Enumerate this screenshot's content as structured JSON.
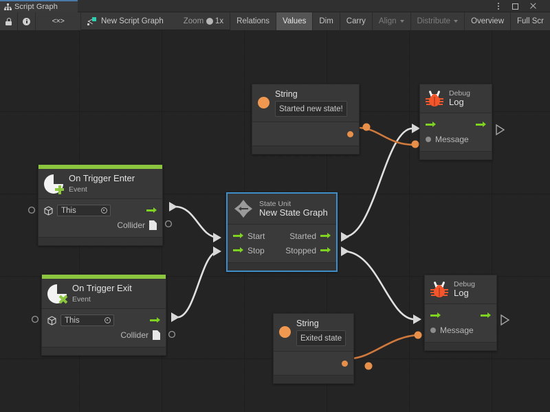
{
  "window": {
    "tab_label": "Script Graph",
    "tab_icon": "graph-hierarchy-icon",
    "menu_icon": "kebab-menu-icon",
    "maximize_icon": "maximize-icon",
    "close_icon": "close-icon"
  },
  "toolbar": {
    "lock_icon": "lock-icon",
    "info_icon": "info-icon",
    "code_icon": "code-brackets-icon",
    "breadcrumb": "New Script Graph",
    "breadcrumb_icon": "script-graph-icon",
    "zoom_label": "Zoom",
    "zoom_value": "1x",
    "buttons": [
      {
        "label": "Relations",
        "state": "normal"
      },
      {
        "label": "Values",
        "state": "selected"
      },
      {
        "label": "Dim",
        "state": "normal"
      },
      {
        "label": "Carry",
        "state": "normal"
      },
      {
        "label": "Align",
        "state": "dim",
        "dropdown": true
      },
      {
        "label": "Distribute",
        "state": "dim",
        "dropdown": true
      },
      {
        "label": "Overview",
        "state": "normal"
      },
      {
        "label": "Full Scr",
        "state": "normal"
      }
    ]
  },
  "colors": {
    "event_accent": "#8cc63f",
    "flow_port": "#7ed321",
    "value_port": "#e8904a",
    "selection": "#3d8ec9",
    "canvas": "#242424",
    "node_bg": "#3a3a3a"
  },
  "nodes": {
    "string_top": {
      "icon": "string-value-icon",
      "title": "String",
      "value": "Started new state!",
      "output_port": "value-output-port"
    },
    "debug_log_top": {
      "icon": "bug-icon",
      "subtitle": "Debug",
      "title": "Log",
      "flow_in": "flow-input-port",
      "flow_out": "flow-output-port",
      "message_label": "Message"
    },
    "on_trigger_enter": {
      "icon": "event-enter-icon",
      "title": "On Trigger Enter",
      "subtitle": "Event",
      "target_field": "This",
      "target_icon": "gameobject-cube-icon",
      "picker_icon": "object-picker-icon",
      "collider_label": "Collider",
      "collider_icon": "collider-document-icon"
    },
    "state_unit": {
      "icon": "state-unit-icon",
      "subtitle": "State Unit",
      "title": "New State Graph",
      "selected": true,
      "inputs": [
        "Start",
        "Stop"
      ],
      "outputs": [
        "Started",
        "Stopped"
      ]
    },
    "on_trigger_exit": {
      "icon": "event-exit-icon",
      "title": "On Trigger Exit",
      "subtitle": "Event",
      "target_field": "This",
      "target_icon": "gameobject-cube-icon",
      "picker_icon": "object-picker-icon",
      "collider_label": "Collider",
      "collider_icon": "collider-document-icon"
    },
    "string_bottom": {
      "icon": "string-value-icon",
      "title": "String",
      "value": "Exited state",
      "output_port": "value-output-port"
    },
    "debug_log_bottom": {
      "icon": "bug-icon",
      "subtitle": "Debug",
      "title": "Log",
      "flow_in": "flow-input-port",
      "flow_out": "flow-output-port",
      "message_label": "Message"
    }
  }
}
